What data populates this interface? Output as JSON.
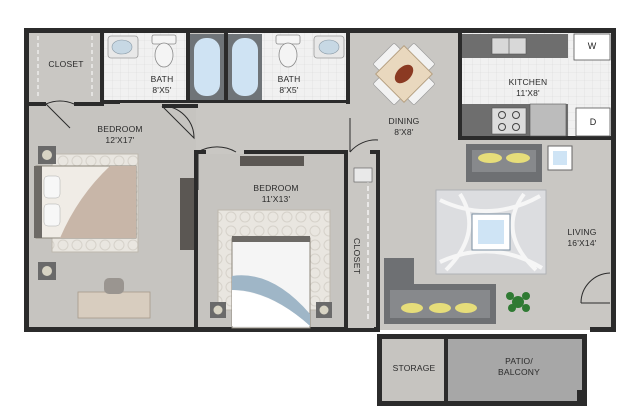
{
  "rooms": {
    "closet_top": {
      "name": "CLOSET"
    },
    "bath_left": {
      "name": "BATH",
      "size": "8'X5'"
    },
    "bath_right": {
      "name": "BATH",
      "size": "8'X5'"
    },
    "bedroom_main": {
      "name": "BEDROOM",
      "size": "12'X17'"
    },
    "bedroom_second": {
      "name": "BEDROOM",
      "size": "11'X13'"
    },
    "closet_side": {
      "name": "CLOSET"
    },
    "dining": {
      "name": "DINING",
      "size": "8'X8'"
    },
    "kitchen": {
      "name": "KITCHEN",
      "size": "11'X8'"
    },
    "living": {
      "name": "LIVING",
      "size": "16'X14'"
    },
    "storage": {
      "name": "STORAGE"
    },
    "patio": {
      "name_line1": "PATIO/",
      "name_line2": "BALCONY"
    }
  },
  "appliances": {
    "washer": "W",
    "dryer": "D"
  },
  "colors": {
    "floor": "#c8c6c2",
    "wall": "#2b2b2b",
    "carpet": "#e2ded8",
    "patio": "#a7a7a7"
  }
}
